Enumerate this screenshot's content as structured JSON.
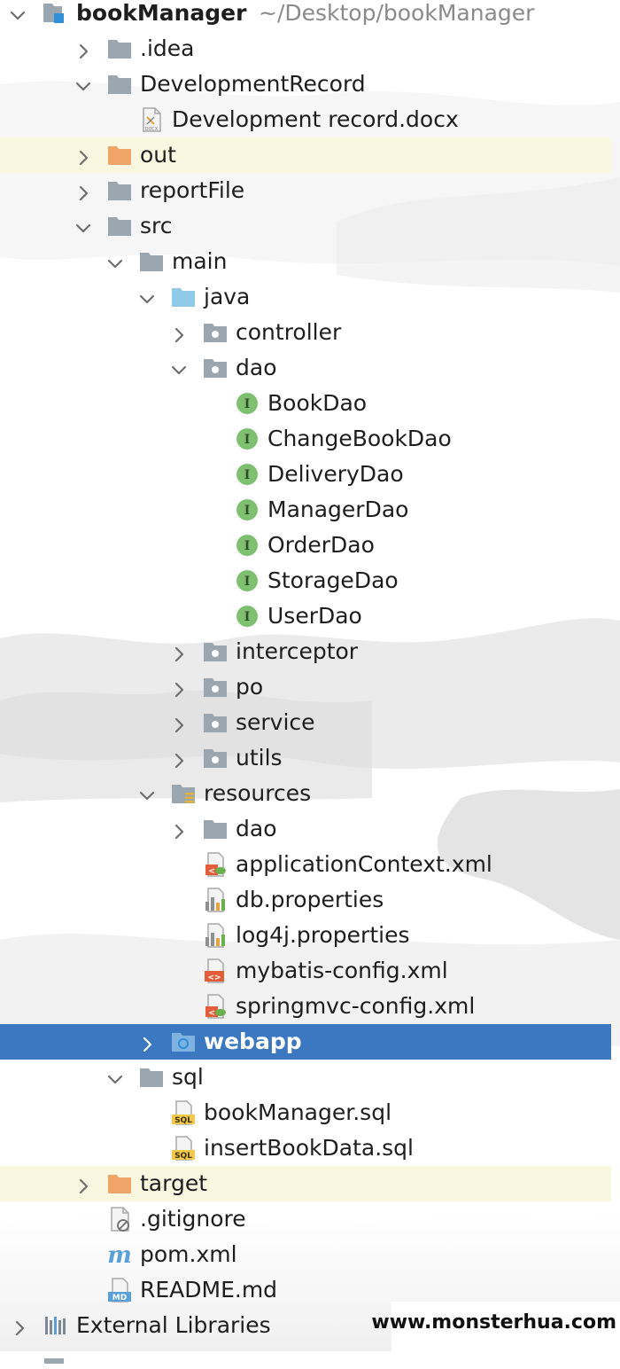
{
  "project": {
    "name": "bookManager",
    "path": "~/Desktop/bookManager"
  },
  "watermark": "www.monsterhua.com",
  "rows": [
    {
      "label": "bookManager",
      "suffix": "~/Desktop/bookManager",
      "depth": 0,
      "chevron": "down",
      "icon": "project-module-icon",
      "bold": true
    },
    {
      "label": ".idea",
      "depth": 1,
      "chevron": "right",
      "icon": "folder-icon"
    },
    {
      "label": "DevelopmentRecord",
      "depth": 1,
      "chevron": "down",
      "icon": "folder-icon"
    },
    {
      "label": "Development record.docx",
      "depth": 2,
      "chevron": "none",
      "icon": "docx-file-icon"
    },
    {
      "label": "out",
      "depth": 1,
      "chevron": "right",
      "icon": "excluded-folder-icon",
      "highlight": "yellow"
    },
    {
      "label": "reportFile",
      "depth": 1,
      "chevron": "right",
      "icon": "folder-icon"
    },
    {
      "label": "src",
      "depth": 1,
      "chevron": "down",
      "icon": "folder-icon"
    },
    {
      "label": "main",
      "depth": 2,
      "chevron": "down",
      "icon": "folder-icon"
    },
    {
      "label": "java",
      "depth": 3,
      "chevron": "down",
      "icon": "source-root-folder-icon"
    },
    {
      "label": "controller",
      "depth": 4,
      "chevron": "right",
      "icon": "package-icon"
    },
    {
      "label": "dao",
      "depth": 4,
      "chevron": "down",
      "icon": "package-icon"
    },
    {
      "label": "BookDao",
      "depth": 5,
      "chevron": "none",
      "icon": "interface-icon"
    },
    {
      "label": "ChangeBookDao",
      "depth": 5,
      "chevron": "none",
      "icon": "interface-icon"
    },
    {
      "label": "DeliveryDao",
      "depth": 5,
      "chevron": "none",
      "icon": "interface-icon"
    },
    {
      "label": "ManagerDao",
      "depth": 5,
      "chevron": "none",
      "icon": "interface-icon"
    },
    {
      "label": "OrderDao",
      "depth": 5,
      "chevron": "none",
      "icon": "interface-icon"
    },
    {
      "label": "StorageDao",
      "depth": 5,
      "chevron": "none",
      "icon": "interface-icon"
    },
    {
      "label": "UserDao",
      "depth": 5,
      "chevron": "none",
      "icon": "interface-icon"
    },
    {
      "label": "interceptor",
      "depth": 4,
      "chevron": "right",
      "icon": "package-icon"
    },
    {
      "label": "po",
      "depth": 4,
      "chevron": "right",
      "icon": "package-icon"
    },
    {
      "label": "service",
      "depth": 4,
      "chevron": "right",
      "icon": "package-icon"
    },
    {
      "label": "utils",
      "depth": 4,
      "chevron": "right",
      "icon": "package-icon"
    },
    {
      "label": "resources",
      "depth": 3,
      "chevron": "down",
      "icon": "resources-folder-icon"
    },
    {
      "label": "dao",
      "depth": 4,
      "chevron": "right",
      "icon": "folder-icon"
    },
    {
      "label": "applicationContext.xml",
      "depth": 4,
      "chevron": "none",
      "icon": "spring-xml-icon"
    },
    {
      "label": "db.properties",
      "depth": 4,
      "chevron": "none",
      "icon": "properties-file-icon"
    },
    {
      "label": "log4j.properties",
      "depth": 4,
      "chevron": "none",
      "icon": "properties-file-icon"
    },
    {
      "label": "mybatis-config.xml",
      "depth": 4,
      "chevron": "none",
      "icon": "xml-file-icon"
    },
    {
      "label": "springmvc-config.xml",
      "depth": 4,
      "chevron": "none",
      "icon": "spring-xml-icon"
    },
    {
      "label": "webapp",
      "depth": 3,
      "chevron": "right",
      "icon": "web-folder-icon",
      "selected": true
    },
    {
      "label": "sql",
      "depth": 2,
      "chevron": "down",
      "icon": "folder-icon"
    },
    {
      "label": "bookManager.sql",
      "depth": 3,
      "chevron": "none",
      "icon": "sql-file-icon"
    },
    {
      "label": "insertBookData.sql",
      "depth": 3,
      "chevron": "none",
      "icon": "sql-file-icon"
    },
    {
      "label": "target",
      "depth": 1,
      "chevron": "right",
      "icon": "excluded-folder-icon",
      "highlight": "yellow"
    },
    {
      "label": ".gitignore",
      "depth": 1,
      "chevron": "none",
      "icon": "ignored-file-icon"
    },
    {
      "label": "pom.xml",
      "depth": 1,
      "chevron": "none",
      "icon": "maven-icon"
    },
    {
      "label": "README.md",
      "depth": 1,
      "chevron": "none",
      "icon": "markdown-file-icon"
    },
    {
      "label": "External Libraries",
      "depth": 0,
      "chevron": "right",
      "icon": "libraries-icon"
    }
  ],
  "colors": {
    "selection": "#3b78c1",
    "folder": "#9aa7b0",
    "excluded_folder": "#f0a468",
    "source_root": "#8fcbe8",
    "interface": "#7fc070",
    "highlight": "#faf6de"
  }
}
